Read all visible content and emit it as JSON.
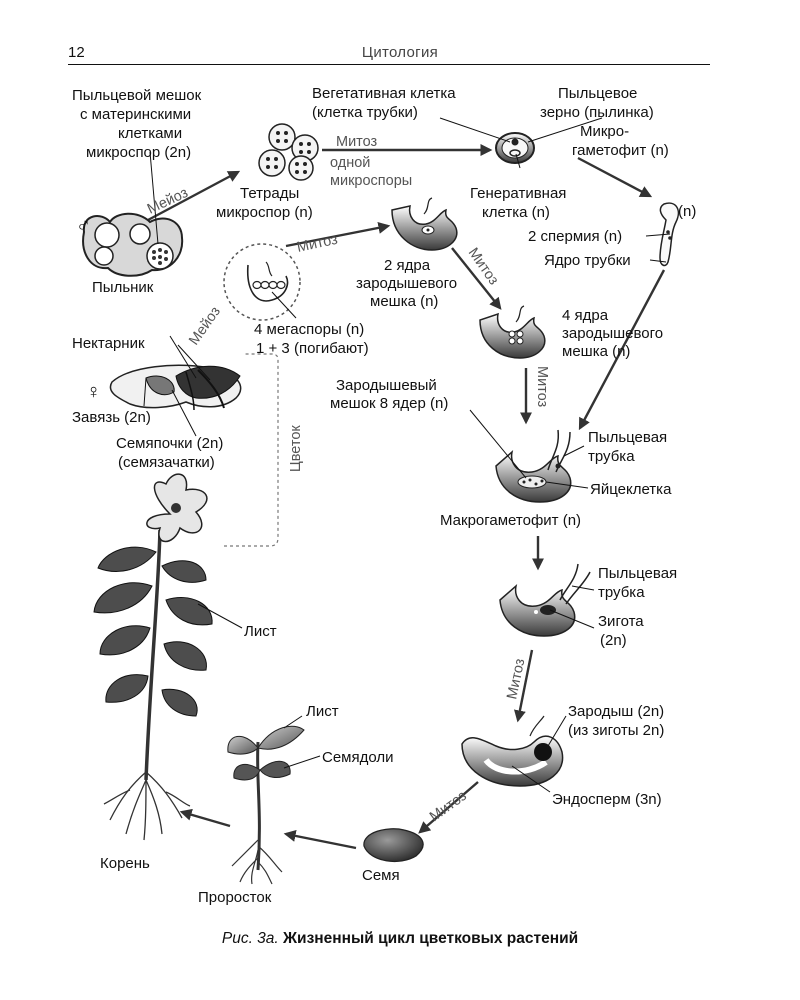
{
  "header": {
    "page_number": "12",
    "section": "Цитология"
  },
  "labels": {
    "pollen_sac": [
      "Пыльцевой мешок",
      "с материнскими",
      "клетками",
      "микроспор (2n)"
    ],
    "tetrads": [
      "Тетрады",
      "микроспор (n)"
    ],
    "mitosis_one_microspore": [
      "одной",
      "микроспоры"
    ],
    "vegetative_cell": [
      "Вегетативная клетка",
      "(клетка трубки)"
    ],
    "pollen_grain": [
      "Пыльцевое",
      "зерно (пылинка)",
      "Микро-",
      "гаметофит (n)"
    ],
    "generative_cell": [
      "Генеративная",
      "клетка (n)"
    ],
    "n_mark": "(n)",
    "two_sperm": "2 спермия (n)",
    "tube_nucleus": "Ядро трубки",
    "male_sign": "♂",
    "anther": "Пыльник",
    "megaspores": [
      "4 мегаспоры (n)",
      "1 + 3 (погибают)"
    ],
    "two_nuclei": [
      "2 ядра",
      "зародышевого",
      "мешка (n)"
    ],
    "four_nuclei": [
      "4 ядра",
      "зародышевого",
      "мешка (n)"
    ],
    "nectary": "Нектарник",
    "female_sign": "♀",
    "ovary": "Завязь (2n)",
    "ovules": [
      "Семяпочки (2n)",
      "(семязачатки)"
    ],
    "flower": "Цветок",
    "embryo_sac": [
      "Зародышевый",
      "мешок 8 ядер (n)"
    ],
    "pollen_tube": [
      "Пыльцевая",
      "трубка"
    ],
    "egg_cell": "Яйцеклетка",
    "megagametophyte": "Макрогаметофит (n)",
    "zygote": [
      "Зигота",
      "(2n)"
    ],
    "leaf": "Лист",
    "embryo": [
      "Зародыш (2n)",
      "(из зиготы 2n)"
    ],
    "endosperm": "Эндосперм (3n)",
    "cotyledons": "Семядоли",
    "root": "Корень",
    "seed": "Семя",
    "sprout": "Проросток"
  },
  "arrow_labels": {
    "meiosis": "Мейоз",
    "mitosis": "Митоз"
  },
  "caption": {
    "number": "Рис. 3а.",
    "text": "Жизненный цикл цветковых растений"
  }
}
